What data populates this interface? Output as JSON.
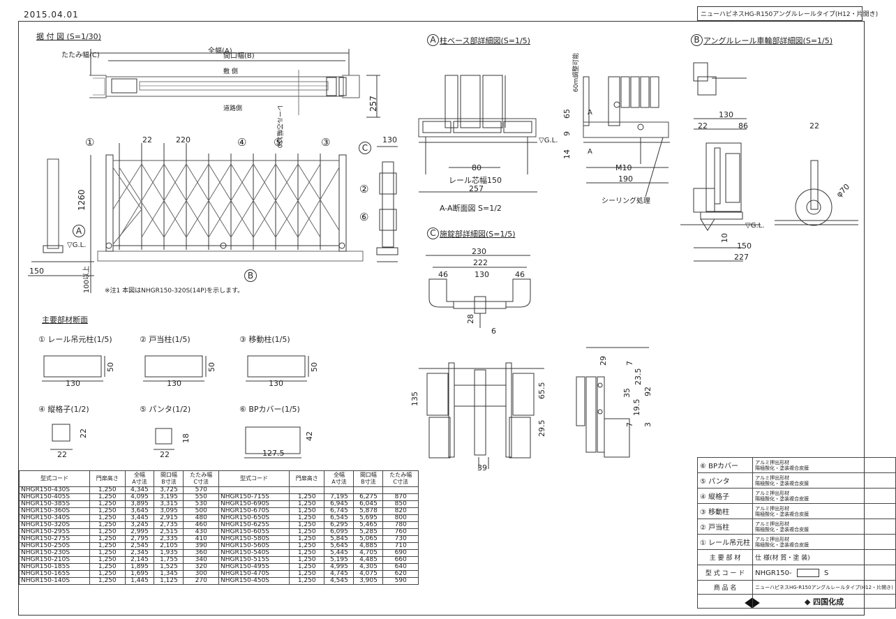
{
  "header": {
    "date": "2015.04.01",
    "title_box": "ニューハピネスHG-R150アングルレールタイプ(H12・片開き)"
  },
  "install": {
    "title": "据 付 図 (S=1/30)",
    "total_width": "全幅(A)",
    "fold_width": "たたみ幅(C)",
    "opening_width": "間口幅(B)",
    "yard_side": "敷 側",
    "road_side": "道路側",
    "rail_center": "レール芯幅150",
    "dim_257": "257",
    "dim_22": "22",
    "dim_220": "220",
    "dim_130": "130",
    "dim_1260": "1260",
    "dim_150": "150",
    "dim_100": "100以上",
    "gl": "▽G.L.",
    "note": "※注1  本図はNHGR150-320S(14P)を示します。",
    "callouts": [
      "①",
      "④",
      "⑤",
      "③",
      "②",
      "⑥"
    ],
    "circle_a": "A",
    "circle_b": "B",
    "circle_c": "C"
  },
  "detail_a": {
    "title": "柱ベース部詳細図(S=1/5)",
    "letter": "A",
    "rail_center": "レール芯幅150",
    "dim_80": "80",
    "dim_257": "257",
    "gl": "▽G.L.",
    "section": "A-A断面図  S=1/2",
    "adjust": "60m調整可能",
    "dim_65": "65",
    "dim_9": "9",
    "dim_14": "14",
    "m10": "M10",
    "dim_190": "190",
    "sealing": "シーリング処理",
    "a_mark": "A"
  },
  "detail_b": {
    "title": "アングルレール車輪部詳細図(S=1/5)",
    "letter": "B",
    "dim_130": "130",
    "dim_22a": "22",
    "dim_86": "86",
    "dim_22b": "22",
    "phi70": "φ70",
    "gl": "▽G.L.",
    "dim_10": "10",
    "dim_150": "150",
    "dim_227": "227"
  },
  "detail_c": {
    "title": "施錠部詳細図(S=1/5)",
    "letter": "C",
    "dim_230": "230",
    "dim_222": "222",
    "dim_46a": "46",
    "dim_130": "130",
    "dim_46b": "46",
    "dim_28": "28",
    "dim_6": "6",
    "dim_135": "135",
    "dim_65_5": "65.5",
    "dim_29_5": "29.5",
    "dim_39": "39",
    "dim_29": "29",
    "dim_7a": "7",
    "dim_23_5": "23.5",
    "dim_35": "35",
    "dim_92": "92",
    "dim_19_5": "19.5",
    "dim_7b": "7",
    "dim_3": "3"
  },
  "sections": {
    "title": "主要部材断面",
    "items": [
      {
        "label": "① レール吊元柱(1/5)",
        "w": "130",
        "h": "50"
      },
      {
        "label": "② 戸当柱(1/5)",
        "w": "130",
        "h": "50"
      },
      {
        "label": "③ 移動柱(1/5)",
        "w": "130",
        "h": "50"
      },
      {
        "label": "④ 縦格子(1/2)",
        "w": "22",
        "h": "22"
      },
      {
        "label": "⑤ パンタ(1/2)",
        "w": "22",
        "h": "18"
      },
      {
        "label": "⑥ BPカバー(1/5)",
        "w": "127.5",
        "h": "42"
      }
    ]
  },
  "spec_table": {
    "headers": [
      "型式コード",
      "門扉高さ",
      "全幅\nA寸法",
      "間口幅\nB寸法",
      "たたみ幅\nC寸法",
      "型式コード",
      "門扉高さ",
      "全幅\nA寸法",
      "間口幅\nB寸法",
      "たたみ幅\nC寸法"
    ],
    "rows": [
      [
        "NHGR150-430S",
        "1,250",
        "4,345",
        "3,725",
        "570",
        "",
        "",
        "",
        "",
        ""
      ],
      [
        "NHGR150-405S",
        "1,250",
        "4,095",
        "3,195",
        "550",
        "NHGR150-715S",
        "1,250",
        "7,195",
        "6,275",
        "870"
      ],
      [
        "NHGR150-385S",
        "1,250",
        "3,895",
        "3,315",
        "530",
        "NHGR150-690S",
        "1,250",
        "6,945",
        "6,045",
        "850"
      ],
      [
        "NHGR150-360S",
        "1,250",
        "3,645",
        "3,095",
        "500",
        "NHGR150-670S",
        "1,250",
        "6,745",
        "5,878",
        "820"
      ],
      [
        "NHGR150-340S",
        "1,250",
        "3,445",
        "2,915",
        "480",
        "NHGR150-650S",
        "1,250",
        "6,545",
        "5,695",
        "800"
      ],
      [
        "NHGR150-320S",
        "1,250",
        "3,245",
        "2,735",
        "460",
        "NHGR150-625S",
        "1,250",
        "6,295",
        "5,465",
        "780"
      ],
      [
        "NHGR150-295S",
        "1,250",
        "2,995",
        "2,515",
        "430",
        "NHGR150-605S",
        "1,250",
        "6,095",
        "5,285",
        "760"
      ],
      [
        "NHGR150-275S",
        "1,250",
        "2,795",
        "2,335",
        "410",
        "NHGR150-580S",
        "1,250",
        "5,845",
        "5,065",
        "730"
      ],
      [
        "NHGR150-250S",
        "1,250",
        "2,545",
        "2,105",
        "390",
        "NHGR150-560S",
        "1,250",
        "5,645",
        "4,885",
        "710"
      ],
      [
        "NHGR150-230S",
        "1,250",
        "2,345",
        "1,935",
        "360",
        "NHGR150-540S",
        "1,250",
        "5,445",
        "4,705",
        "690"
      ],
      [
        "NHGR150-210S",
        "1,250",
        "2,145",
        "1,755",
        "340",
        "NHGR150-515S",
        "1,250",
        "5,195",
        "4,485",
        "660"
      ],
      [
        "NHGR150-185S",
        "1,250",
        "1,895",
        "1,525",
        "320",
        "NHGR150-495S",
        "1,250",
        "4,995",
        "4,305",
        "640"
      ],
      [
        "NHGR150-165S",
        "1,250",
        "1,695",
        "1,345",
        "300",
        "NHGR150-470S",
        "1,250",
        "4,745",
        "4,075",
        "620"
      ],
      [
        "NHGR150-140S",
        "1,250",
        "1,445",
        "1,125",
        "270",
        "NHGR150-450S",
        "1,250",
        "4,545",
        "3,905",
        "590"
      ]
    ]
  },
  "parts_table": {
    "rows": [
      {
        "part": "⑥ BPカバー",
        "spec": "アルミ押出形材\n陽極酸化・塗装複合皮膜"
      },
      {
        "part": "⑤ パンタ",
        "spec": "アルミ押出形材\n陽極酸化・塗装複合皮膜"
      },
      {
        "part": "④ 縦格子",
        "spec": "アルミ押出形材\n陽極酸化・塗装複合皮膜"
      },
      {
        "part": "③ 移動柱",
        "spec": "アルミ押出形材\n陽極酸化・塗装複合皮膜"
      },
      {
        "part": "② 戸当柱",
        "spec": "アルミ押出形材\n陽極酸化・塗装複合皮膜"
      },
      {
        "part": "① レール吊元柱",
        "spec": "アルミ押出形材\n陽極酸化・塗装複合皮膜"
      }
    ],
    "main_parts": "主 要 部 材",
    "spec_head": "仕 様(材 質・塗 装)",
    "model_code_label": "型 式 コ ー ド",
    "model_code_value": "NHGR150-",
    "model_code_suffix": "S",
    "product_label": "商 品 名",
    "product_value": "ニューハピネスHG-R150アングルレールタイプ(H12・片開き)",
    "company": "四国化成"
  }
}
